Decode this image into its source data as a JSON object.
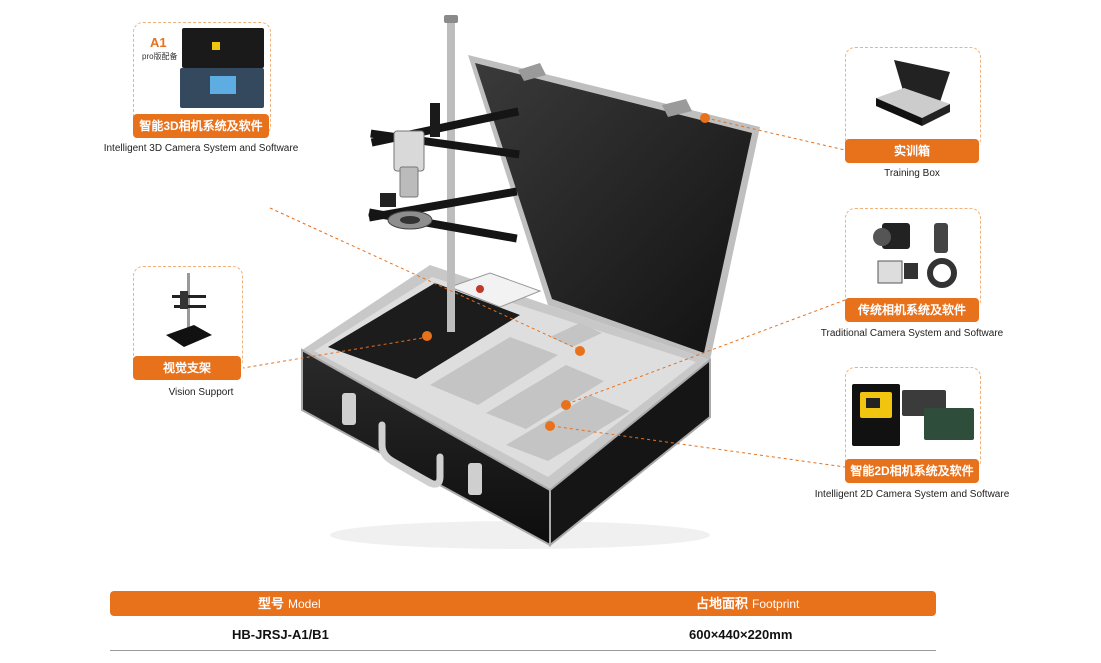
{
  "cards": {
    "camera3d": {
      "label_cn": "智能3D相机系统及软件",
      "label_en": "Intelligent 3D Camera System and Software",
      "tag": "A1",
      "sub_tag": "pro版配备"
    },
    "vision_support": {
      "label_cn": "视觉支架",
      "label_en": "Vision Support"
    },
    "training_box": {
      "label_cn": "实训箱",
      "label_en": "Training Box"
    },
    "camera_traditional": {
      "label_cn": "传统相机系统及软件",
      "label_en": "Traditional Camera System and Software"
    },
    "camera2d": {
      "label_cn": "智能2D相机系统及软件",
      "label_en": "Intelligent 2D Camera System and Software"
    }
  },
  "table": {
    "model_cn": "型号",
    "model_en": "Model",
    "footprint_cn": "占地面积",
    "footprint_en": "Footprint",
    "model_value": "HB-JRSJ-A1/B1",
    "footprint_value": "600×440×220mm"
  },
  "colors": {
    "accent": "#e8711c",
    "case": "#1e1e1e",
    "foam": "#d9d9d9"
  }
}
